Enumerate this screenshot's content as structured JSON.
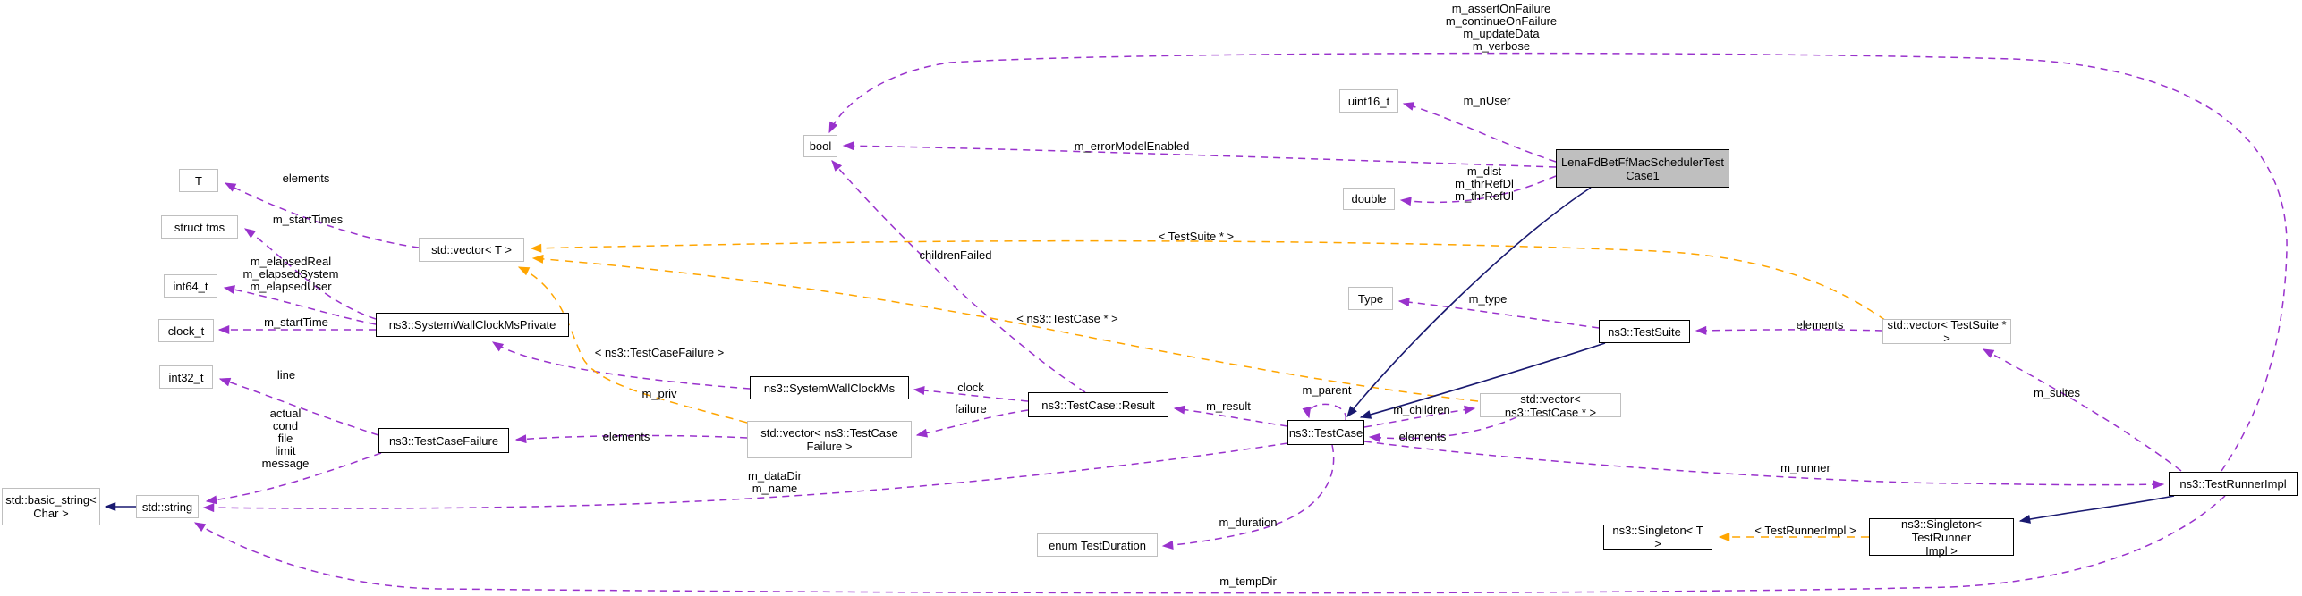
{
  "diagram": {
    "type": "doxygen-collaboration-graph",
    "colors": {
      "usage_edge": "#9932cc",
      "template_edge": "#ffa500",
      "inheritance_edge": "#191970",
      "class_border": "#000000",
      "plain_border": "#bfbfbf",
      "highlight_fill": "#bfbfbf",
      "background": "#ffffff"
    },
    "nodes": [
      {
        "id": "t",
        "label": "T",
        "kind": "plain"
      },
      {
        "id": "struct-tms",
        "label": "struct tms",
        "kind": "plain"
      },
      {
        "id": "int64-t",
        "label": "int64_t",
        "kind": "plain"
      },
      {
        "id": "clock-t",
        "label": "clock_t",
        "kind": "plain"
      },
      {
        "id": "int32-t",
        "label": "int32_t",
        "kind": "plain"
      },
      {
        "id": "std-basic-string",
        "label": "std::basic_string<\nChar >",
        "kind": "plain"
      },
      {
        "id": "std-string",
        "label": "std::string",
        "kind": "plain"
      },
      {
        "id": "testcasefailure",
        "label": "ns3::TestCaseFailure",
        "kind": "cls"
      },
      {
        "id": "systemwallclockmsprivate",
        "label": "ns3::SystemWallClockMsPrivate",
        "kind": "cls"
      },
      {
        "id": "vector-t",
        "label": "std::vector< T >",
        "kind": "plain"
      },
      {
        "id": "systemwallclockms",
        "label": "ns3::SystemWallClockMs",
        "kind": "cls"
      },
      {
        "id": "vector-testcasefailure",
        "label": "std::vector< ns3::TestCase\nFailure >",
        "kind": "plain"
      },
      {
        "id": "testcase-result",
        "label": "ns3::TestCase::Result",
        "kind": "cls"
      },
      {
        "id": "bool",
        "label": "bool",
        "kind": "plain"
      },
      {
        "id": "uint16-t",
        "label": "uint16_t",
        "kind": "plain"
      },
      {
        "id": "double",
        "label": "double",
        "kind": "plain"
      },
      {
        "id": "lenafdbetffmacschedulertestcase1",
        "label": "LenaFdBetFfMacSchedulerTest\nCase1",
        "kind": "highlight"
      },
      {
        "id": "type",
        "label": "Type",
        "kind": "plain"
      },
      {
        "id": "testsuite",
        "label": "ns3::TestSuite",
        "kind": "cls"
      },
      {
        "id": "vector-testcase-ptr",
        "label": "std::vector< ns3::TestCase * >",
        "kind": "plain"
      },
      {
        "id": "testcase",
        "label": "ns3::TestCase",
        "kind": "cls"
      },
      {
        "id": "vector-testsuite-ptr",
        "label": "std::vector< TestSuite * >",
        "kind": "plain"
      },
      {
        "id": "testrunnerimpl",
        "label": "ns3::TestRunnerImpl",
        "kind": "cls"
      },
      {
        "id": "singleton-t",
        "label": "ns3::Singleton< T >",
        "kind": "cls"
      },
      {
        "id": "singleton-testrunnerimpl",
        "label": "ns3::Singleton< TestRunner\nImpl >",
        "kind": "cls"
      },
      {
        "id": "enum-testduration",
        "label": "enum TestDuration",
        "kind": "plain"
      }
    ],
    "edge_labels": [
      {
        "id": "elements-t",
        "text": "elements"
      },
      {
        "id": "m-starttimes",
        "text": "m_startTimes"
      },
      {
        "id": "m-elapsed",
        "text": "m_elapsedReal\nm_elapsedSystem\nm_elapsedUser"
      },
      {
        "id": "m-starttime",
        "text": "m_startTime"
      },
      {
        "id": "line",
        "text": "line"
      },
      {
        "id": "failure-fields",
        "text": "actual\ncond\nfile\nlimit\nmessage"
      },
      {
        "id": "m-priv",
        "text": "m_priv"
      },
      {
        "id": "tpl-testcasefailure",
        "text": "< ns3::TestCaseFailure >"
      },
      {
        "id": "elements-tcf",
        "text": "elements"
      },
      {
        "id": "clock",
        "text": "clock"
      },
      {
        "id": "failure",
        "text": "failure"
      },
      {
        "id": "childrenfailed",
        "text": "childrenFailed"
      },
      {
        "id": "tpl-testcase",
        "text": "< ns3::TestCase * >"
      },
      {
        "id": "tpl-testsuite",
        "text": "< TestSuite * >"
      },
      {
        "id": "m-result",
        "text": "m_result"
      },
      {
        "id": "m-parent",
        "text": "m_parent"
      },
      {
        "id": "m-children",
        "text": "m_children"
      },
      {
        "id": "elements-tc",
        "text": "elements"
      },
      {
        "id": "m-datadir-m-name",
        "text": "m_dataDir\nm_name"
      },
      {
        "id": "m-duration",
        "text": "m_duration"
      },
      {
        "id": "m-tempdir",
        "text": "m_tempDir"
      },
      {
        "id": "m-runner",
        "text": "m_runner"
      },
      {
        "id": "m-nuser",
        "text": "m_nUser"
      },
      {
        "id": "m-errormodelenabled",
        "text": "m_errorModelEnabled"
      },
      {
        "id": "m-thr",
        "text": "m_dist\nm_thrRefDl\nm_thrRefUl"
      },
      {
        "id": "m-flags",
        "text": "m_assertOnFailure\nm_continueOnFailure\nm_updateData\nm_verbose"
      },
      {
        "id": "m-type",
        "text": "m_type"
      },
      {
        "id": "elements-ts",
        "text": "elements"
      },
      {
        "id": "m-suites",
        "text": "m_suites"
      },
      {
        "id": "tpl-testrunnerimpl",
        "text": "< TestRunnerImpl >"
      }
    ]
  }
}
